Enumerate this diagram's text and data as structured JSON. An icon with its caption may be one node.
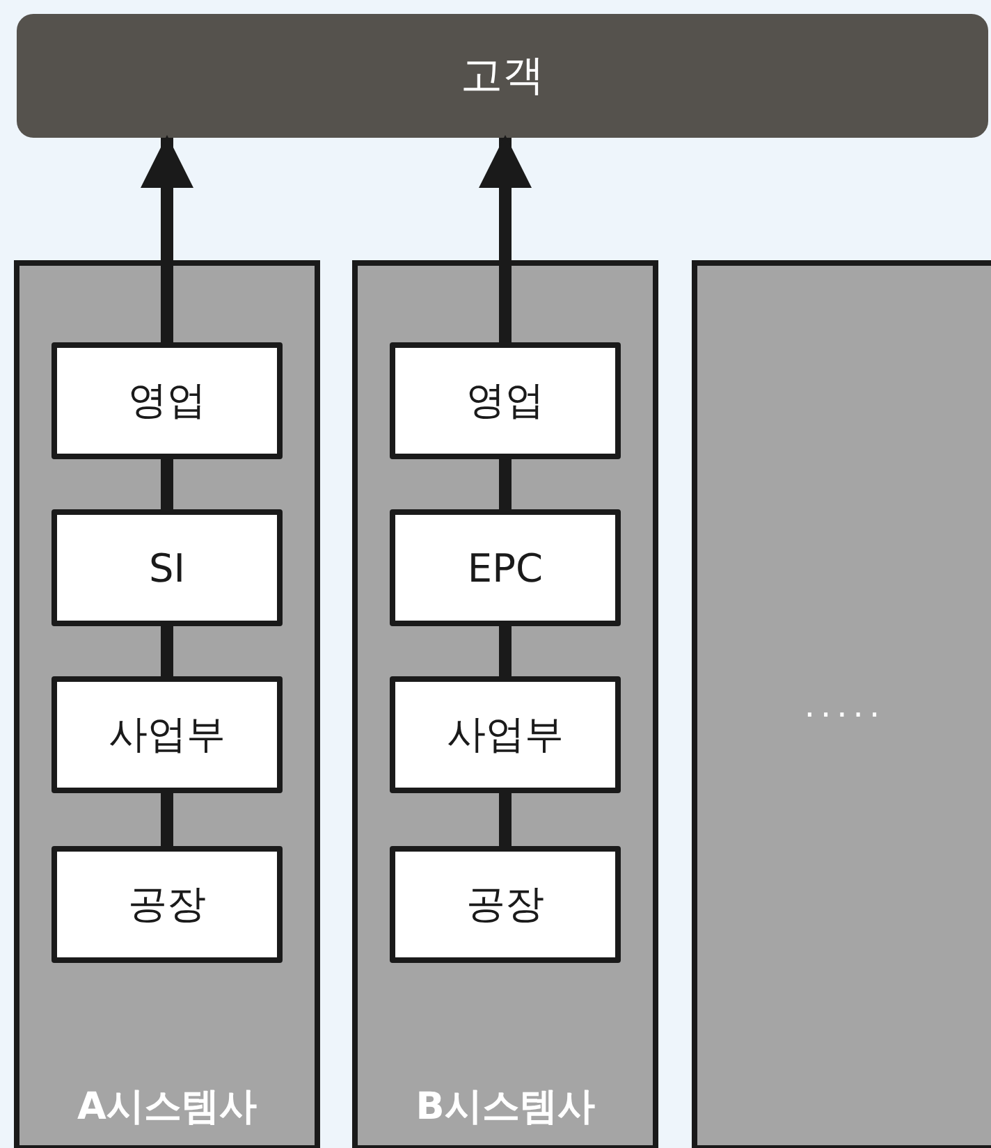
{
  "diagram": {
    "nodes": [
      {
        "text": [
          "고객"
        ]
      },
      {
        "text": [
          "A시스템사"
        ]
      },
      {
        "text": [
          "영업"
        ],
        "in": 1
      },
      {
        "text": [
          "SI"
        ],
        "in": 1
      },
      {
        "text": [
          "사업부"
        ],
        "in": 1
      },
      {
        "text": [
          "공장"
        ],
        "in": 1
      },
      {
        "text": [
          "B시스템사"
        ]
      },
      {
        "text": [
          "영업"
        ],
        "in": 6
      },
      {
        "text": [
          "EPC"
        ],
        "in": 6
      },
      {
        "text": [
          "사업부"
        ],
        "in": 6
      },
      {
        "text": [
          "공장"
        ],
        "in": 6
      },
      {
        "text": [
          "....."
        ]
      }
    ],
    "edges": [
      {
        "from": 2,
        "to": 0,
        "arrow": "to"
      },
      {
        "from": 3,
        "to": 2,
        "arrow": "none"
      },
      {
        "from": 4,
        "to": 3,
        "arrow": "none"
      },
      {
        "from": 5,
        "to": 4,
        "arrow": "none"
      },
      {
        "from": 7,
        "to": 0,
        "arrow": "to"
      },
      {
        "from": 8,
        "to": 7,
        "arrow": "none"
      },
      {
        "from": 9,
        "to": 8,
        "arrow": "none"
      },
      {
        "from": 10,
        "to": 9,
        "arrow": "none"
      }
    ]
  }
}
